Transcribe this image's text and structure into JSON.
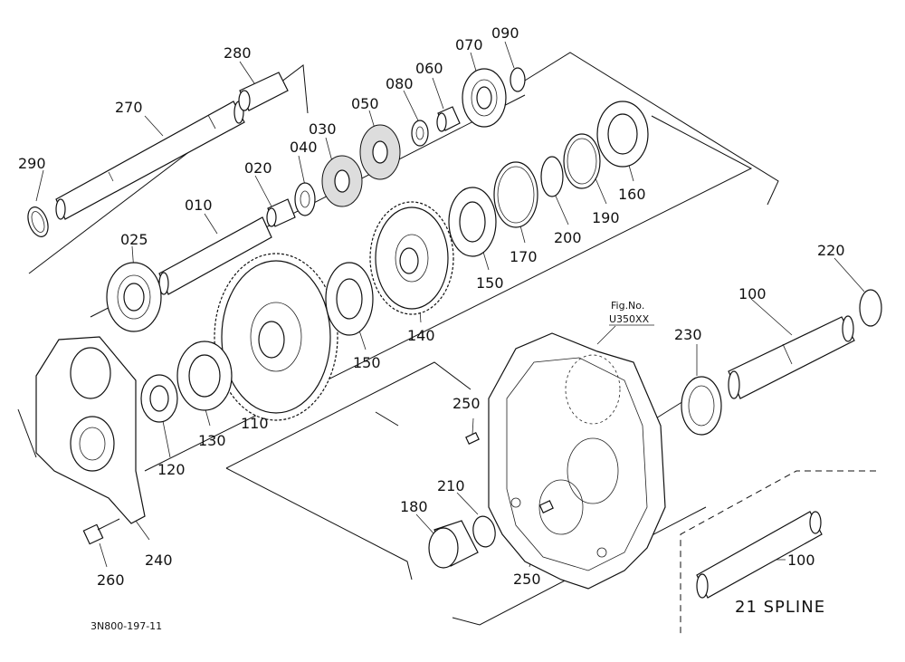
{
  "labels": {
    "p010": "010",
    "p020": "020",
    "p025": "025",
    "p030": "030",
    "p040": "040",
    "p050": "050",
    "p060": "060",
    "p070": "070",
    "p080": "080",
    "p090": "090",
    "p100a": "100",
    "p100b": "100",
    "p110": "110",
    "p120": "120",
    "p130": "130",
    "p140": "140",
    "p150a": "150",
    "p150b": "150",
    "p160": "160",
    "p170": "170",
    "p180": "180",
    "p190": "190",
    "p200": "200",
    "p210": "210",
    "p220": "220",
    "p230": "230",
    "p240": "240",
    "p250a": "250",
    "p250b": "250",
    "p260": "260",
    "p270": "270",
    "p280": "280",
    "p290": "290"
  },
  "fig_ref": {
    "line1": "Fig.No.",
    "line2": "U350XX"
  },
  "inset_caption": "21 SPLINE",
  "drawing_number": "3N800-197-11"
}
